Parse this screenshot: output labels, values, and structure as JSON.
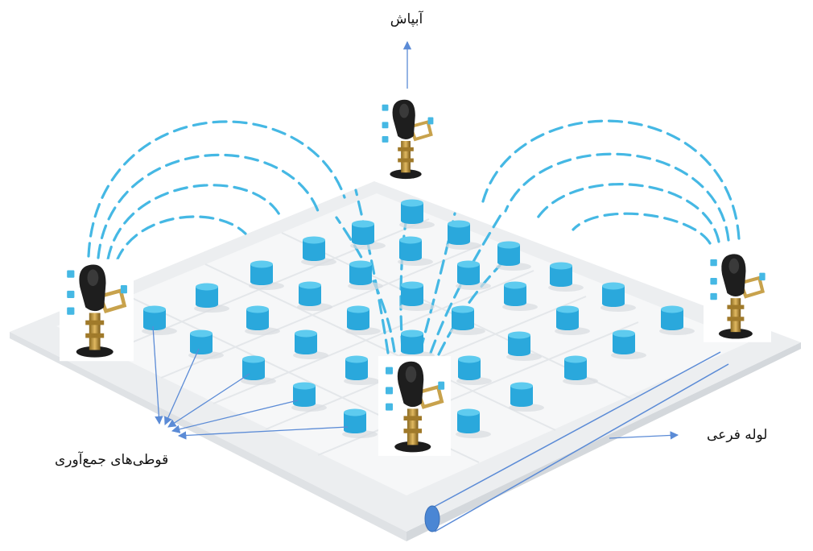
{
  "labels": {
    "sprinkler": "آبپاش",
    "collectors": "قوطی‌های جمع‌آوری",
    "lateral_pipe": "لوله فرعی"
  },
  "colors": {
    "spray": "#45b8e4",
    "can_top": "#5ecbef",
    "can_side": "#2aa8dc",
    "arrow": "#5b8bd6",
    "pipe_end": "#4a86d4",
    "ground": "#eceef0",
    "ground_top": "#f6f7f8"
  },
  "icons": [
    "sprinkler-head-icon",
    "collector-can-icon",
    "pipe-end-icon"
  ]
}
